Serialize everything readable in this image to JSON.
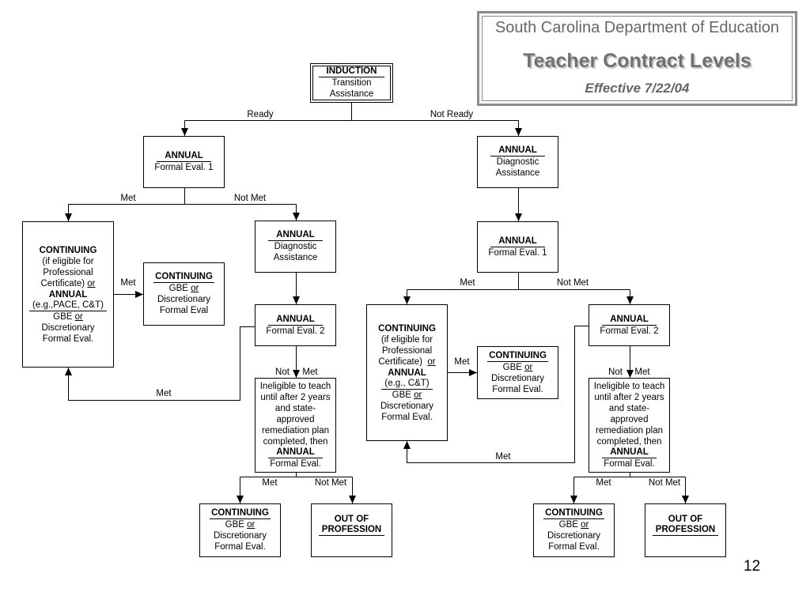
{
  "header": {
    "organization": "South Carolina Department of Education",
    "title": "Teacher Contract Levels",
    "effective": "Effective 7/22/04"
  },
  "page_number": "12",
  "colors": {
    "header_text": "#666666",
    "header_border": "#8c8c8c",
    "line": "#000000"
  },
  "nodes": {
    "induction": {
      "heading": "INDUCTION",
      "lines": [
        "Transition",
        "Assistance"
      ]
    },
    "annual_eval1_left": {
      "heading": "ANNUAL",
      "lines": [
        "Formal Eval. 1"
      ]
    },
    "annual_diag_right": {
      "heading": "ANNUAL",
      "lines": [
        "Diagnostic",
        "Assistance"
      ]
    },
    "continuing_left": {
      "heading": "CONTINUING",
      "lines": [
        "(if eligible for",
        "Professional",
        "Certificate)"
      ],
      "or_1": "or",
      "alt_heading": "ANNUAL",
      "alt_example": "(e.g.,PACE, C&T)",
      "gbe": "GBE",
      "or_2": "or",
      "tail": [
        "Discretionary",
        "Formal Eval."
      ]
    },
    "continuing_gbe_left": {
      "heading": "CONTINUING",
      "gbe": "GBE",
      "or": "or",
      "lines": [
        "Discretionary",
        "Formal Eval"
      ]
    },
    "annual_diag_left": {
      "heading": "ANNUAL",
      "lines": [
        "Diagnostic",
        "Assistance"
      ]
    },
    "annual_eval2_left": {
      "heading": "ANNUAL",
      "lines": [
        "Formal Eval. 2"
      ]
    },
    "ineligible_left": {
      "lines": [
        "Ineligible to teach",
        "until after 2 years",
        "and state-",
        "approved",
        "remediation plan",
        "completed, then"
      ],
      "heading": "ANNUAL",
      "tail": "Formal Eval."
    },
    "continuing_final_left": {
      "heading": "CONTINUING",
      "gbe": "GBE",
      "or": "or",
      "lines": [
        "Discretionary",
        "Formal Eval."
      ]
    },
    "out_left": {
      "line1": "OUT OF",
      "line2": "PROFESSION"
    },
    "annual_eval1_right": {
      "heading": "ANNUAL",
      "lines": [
        "Formal Eval. 1"
      ]
    },
    "continuing_right": {
      "heading": "CONTINUING",
      "lines": [
        "(if eligible for",
        "Professional",
        "Certificate)"
      ],
      "or_1": "or",
      "alt_heading": "ANNUAL",
      "alt_example": "(e.g., C&T)",
      "gbe": "GBE",
      "or_2": "or",
      "tail": [
        "Discretionary",
        "Formal Eval."
      ]
    },
    "continuing_gbe_right": {
      "heading": "CONTINUING",
      "gbe": "GBE",
      "or": "or",
      "lines": [
        "Discretionary",
        "Formal Eval."
      ]
    },
    "annual_eval2_right": {
      "heading": "ANNUAL",
      "lines": [
        "Formal Eval. 2"
      ]
    },
    "ineligible_right": {
      "lines": [
        "Ineligible to teach",
        "until after 2 years",
        "and state-",
        "approved",
        "remediation plan",
        "completed, then"
      ],
      "heading": "ANNUAL",
      "tail": "Formal Eval."
    },
    "continuing_final_right": {
      "heading": "CONTINUING",
      "gbe": "GBE",
      "or": "or",
      "lines": [
        "Discretionary",
        "Formal Eval."
      ]
    },
    "out_right": {
      "line1": "OUT OF",
      "line2": "PROFESSION"
    }
  },
  "edge_labels": {
    "ready": "Ready",
    "not_ready": "Not Ready",
    "eval1_left_met": "Met",
    "eval1_left_not_met": "Not Met",
    "continuing_left_met": "Met",
    "eval2_left_loop_met": "Met",
    "eval2_left_not": "Not",
    "eval2_left_met": "Met",
    "ineligible_left_met": "Met",
    "ineligible_left_not_met": "Not Met",
    "eval1_right_met": "Met",
    "eval1_right_not_met": "Not Met",
    "continuing_right_met": "Met",
    "eval2_right_loop_met": "Met",
    "eval2_right_not": "Not",
    "eval2_right_met": "Met",
    "ineligible_right_met": "Met",
    "ineligible_right_not_met": "Not Met"
  }
}
